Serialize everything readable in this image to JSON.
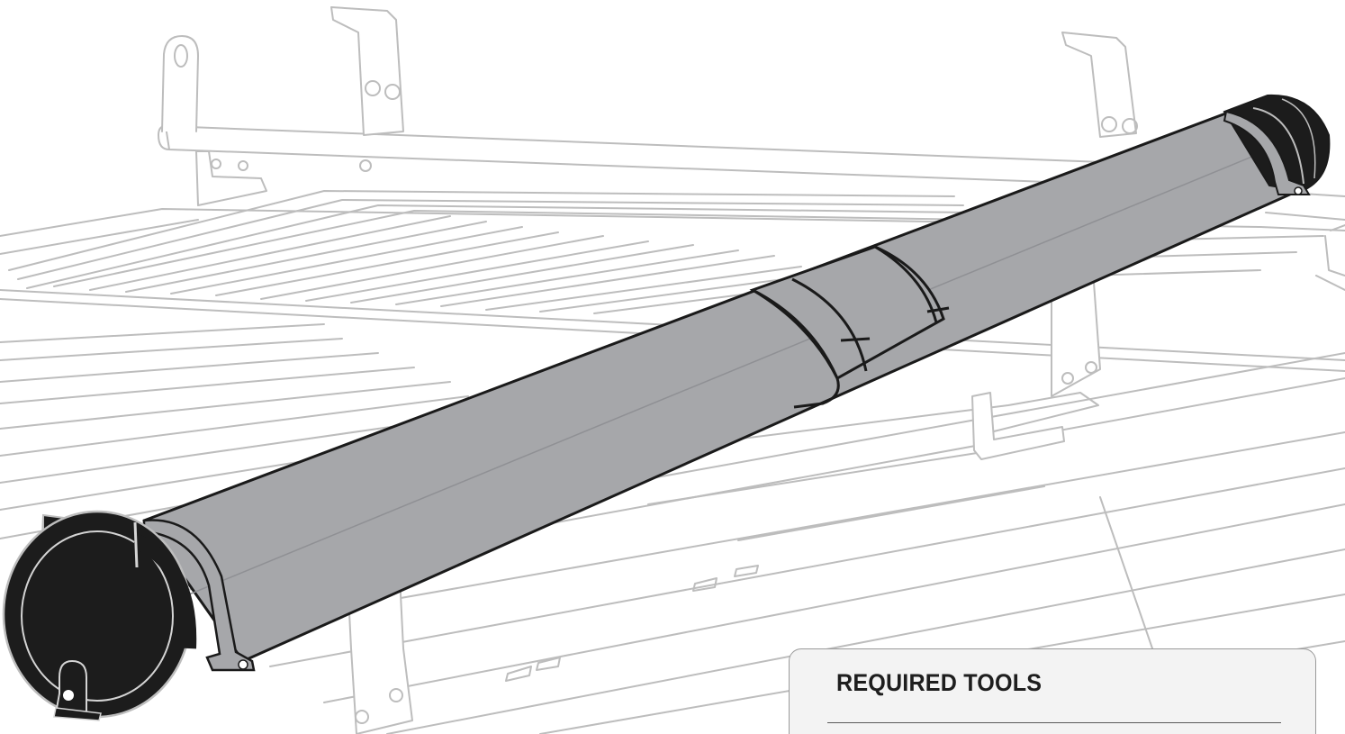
{
  "colors": {
    "background": "#ffffff",
    "rack_line": "#bdbdbd",
    "tube_fill": "#a6a7aa",
    "tube_outline": "#1a1a1a",
    "end_cap": "#1c1c1c",
    "panel_fill": "#f3f3f3",
    "panel_border": "#9a9a9a"
  },
  "icons": {
    "roof_rack": "roof-rack-illustration",
    "storage_tube": "storage-tube-illustration",
    "end_cap": "end-cap-illustration",
    "mounting_bracket": "mounting-bracket-illustration"
  },
  "tools_panel": {
    "title": "REQUIRED TOOLS"
  }
}
